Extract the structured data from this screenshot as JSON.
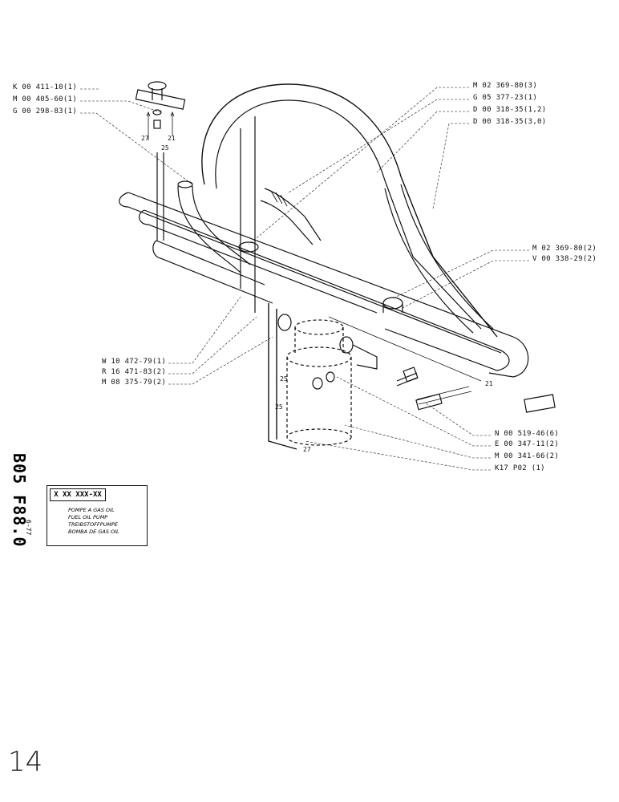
{
  "labels_left": [
    "K 00 411-10(1)",
    "M 00 405-60(1)",
    "G 00 298-83(1)",
    "W 10 472-79(1)",
    "R 16 471-83(2)",
    "M 08 375-79(2)"
  ],
  "labels_right": [
    "M 02 369-80(3)",
    "G 05 377-23(1)",
    "D 00 318-35(1,2)",
    "D 00 318-35(3,0)",
    "M 02 369-80(2)",
    "V 00 338-29(2)",
    "N 00 519-46(6)",
    "E 00 347-11(2)",
    "M 00 341-66(2)",
    "K17 P02 (1)"
  ],
  "callouts": {
    "n27_top": "27",
    "n21_top": "21",
    "n25_top": "25",
    "n25_a": "25",
    "n25_b": "25",
    "n27_bottom": "27",
    "n21_right": "21"
  },
  "doc_code_vertical": "B05 F88.0",
  "date": "6-77",
  "title_block": {
    "code": "X XX XXX-XX",
    "titles": [
      "POMPE A GAS OIL",
      "FUEL OIL PUMP",
      "TREIBSTOFFPUMPE",
      "BOMBA DE GAS OIL"
    ]
  },
  "page_number": "14"
}
